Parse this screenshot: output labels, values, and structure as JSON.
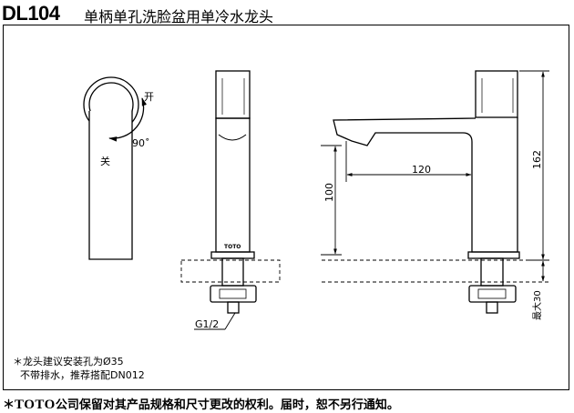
{
  "header": {
    "model": "DL104",
    "title": "单柄单孔洗脸盆用单冷水龙头"
  },
  "top_view": {
    "label_open": "开",
    "label_close": "关",
    "angle": "90˚"
  },
  "front_view": {
    "brand_mark": "TOTO",
    "thread_label": "G1/2"
  },
  "side_view": {
    "dim_reach": "120",
    "dim_spout_height": "100",
    "dim_total_height": "162",
    "dim_max_thickness": "最大30"
  },
  "notes": {
    "line1": "＊龙头建议安装孔为Ø35",
    "line2": "不带排水，推荐搭配DN012"
  },
  "footer": {
    "prefix": "＊",
    "brand": "TOTO",
    "text": "公司保留对其产品规格和尺寸更改的权利。届时，恕不另行通知。"
  }
}
